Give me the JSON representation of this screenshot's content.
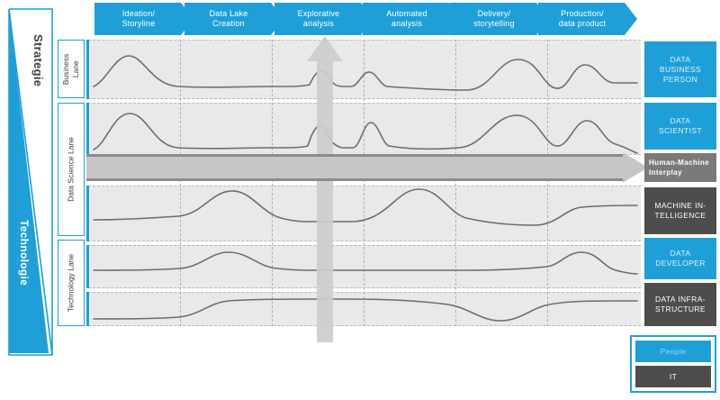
{
  "axes": {
    "strategy_label": "Strategie",
    "technology_label": "Technologie"
  },
  "lanes": [
    {
      "id": "business",
      "label": "Business\nLane"
    },
    {
      "id": "data-science",
      "label": "Data Science Lane"
    },
    {
      "id": "technology",
      "label": "Technology Lane"
    }
  ],
  "phases": [
    {
      "id": "ideation",
      "label": "Ideation/\nStoryline"
    },
    {
      "id": "data-lake",
      "label": "Data Lake\nCreation"
    },
    {
      "id": "explorative",
      "label": "Explorative\nanalysis"
    },
    {
      "id": "automated",
      "label": "Automated\nanalysis"
    },
    {
      "id": "delivery",
      "label": "Delivery/\nstorytelling"
    },
    {
      "id": "production",
      "label": "Production/\ndata product"
    }
  ],
  "roles": [
    {
      "id": "data-business-person",
      "label": "DATA\nBUSINESS\nPERSON",
      "kind": "people"
    },
    {
      "id": "data-scientist",
      "label": "DATA\nSCIENTIST",
      "kind": "people"
    },
    {
      "id": "machine-intelligence",
      "label": "MACHINE IN-\nTELLIGENCE",
      "kind": "it"
    },
    {
      "id": "data-developer",
      "label": "DATA\nDEVELOPER",
      "kind": "people"
    },
    {
      "id": "data-infrastructure",
      "label": "DATA INFRA-\nSTRUCTURE",
      "kind": "it"
    }
  ],
  "interplay": {
    "label": "Human-Machine\nInterplay"
  },
  "legend": [
    {
      "id": "people",
      "label": "People",
      "color": "#1f9fd8"
    },
    {
      "id": "it",
      "label": "IT",
      "color": "#4d4d4d"
    }
  ],
  "colors": {
    "brand_blue": "#1f9fd8",
    "it_gray": "#4d4d4d",
    "band_gray": "#e9e9e9",
    "arrow_gray": "#cccccc",
    "curve_gray": "#6e6e6e"
  },
  "chart_data": {
    "type": "line",
    "title": "",
    "xlabel": "",
    "ylabel": "",
    "grid": true,
    "legend_position": "bottom-right",
    "categories": [
      "Ideation/Storyline",
      "Data Lake Creation",
      "Explorative analysis",
      "Automated analysis",
      "Delivery/storytelling",
      "Production/data product"
    ],
    "x": [
      0,
      1,
      2,
      3,
      4,
      5
    ],
    "ylim": [
      0,
      1
    ],
    "series": [
      {
        "name": "DATA BUSINESS PERSON",
        "lane": "Business Lane",
        "values": [
          0.55,
          0.18,
          0.42,
          0.2,
          0.72,
          0.38
        ]
      },
      {
        "name": "DATA SCIENTIST",
        "lane": "Data Science Lane",
        "values": [
          0.62,
          0.2,
          0.7,
          0.22,
          0.74,
          0.52
        ]
      },
      {
        "name": "MACHINE INTELLIGENCE",
        "lane": "Data Science Lane",
        "values": [
          0.22,
          0.7,
          0.24,
          0.72,
          0.26,
          0.58
        ]
      },
      {
        "name": "DATA DEVELOPER",
        "lane": "Technology Lane",
        "values": [
          0.26,
          0.58,
          0.28,
          0.28,
          0.3,
          0.72
        ]
      },
      {
        "name": "DATA INFRASTRUCTURE",
        "lane": "Technology Lane",
        "values": [
          0.3,
          0.62,
          0.62,
          0.6,
          0.12,
          0.56
        ]
      }
    ]
  }
}
